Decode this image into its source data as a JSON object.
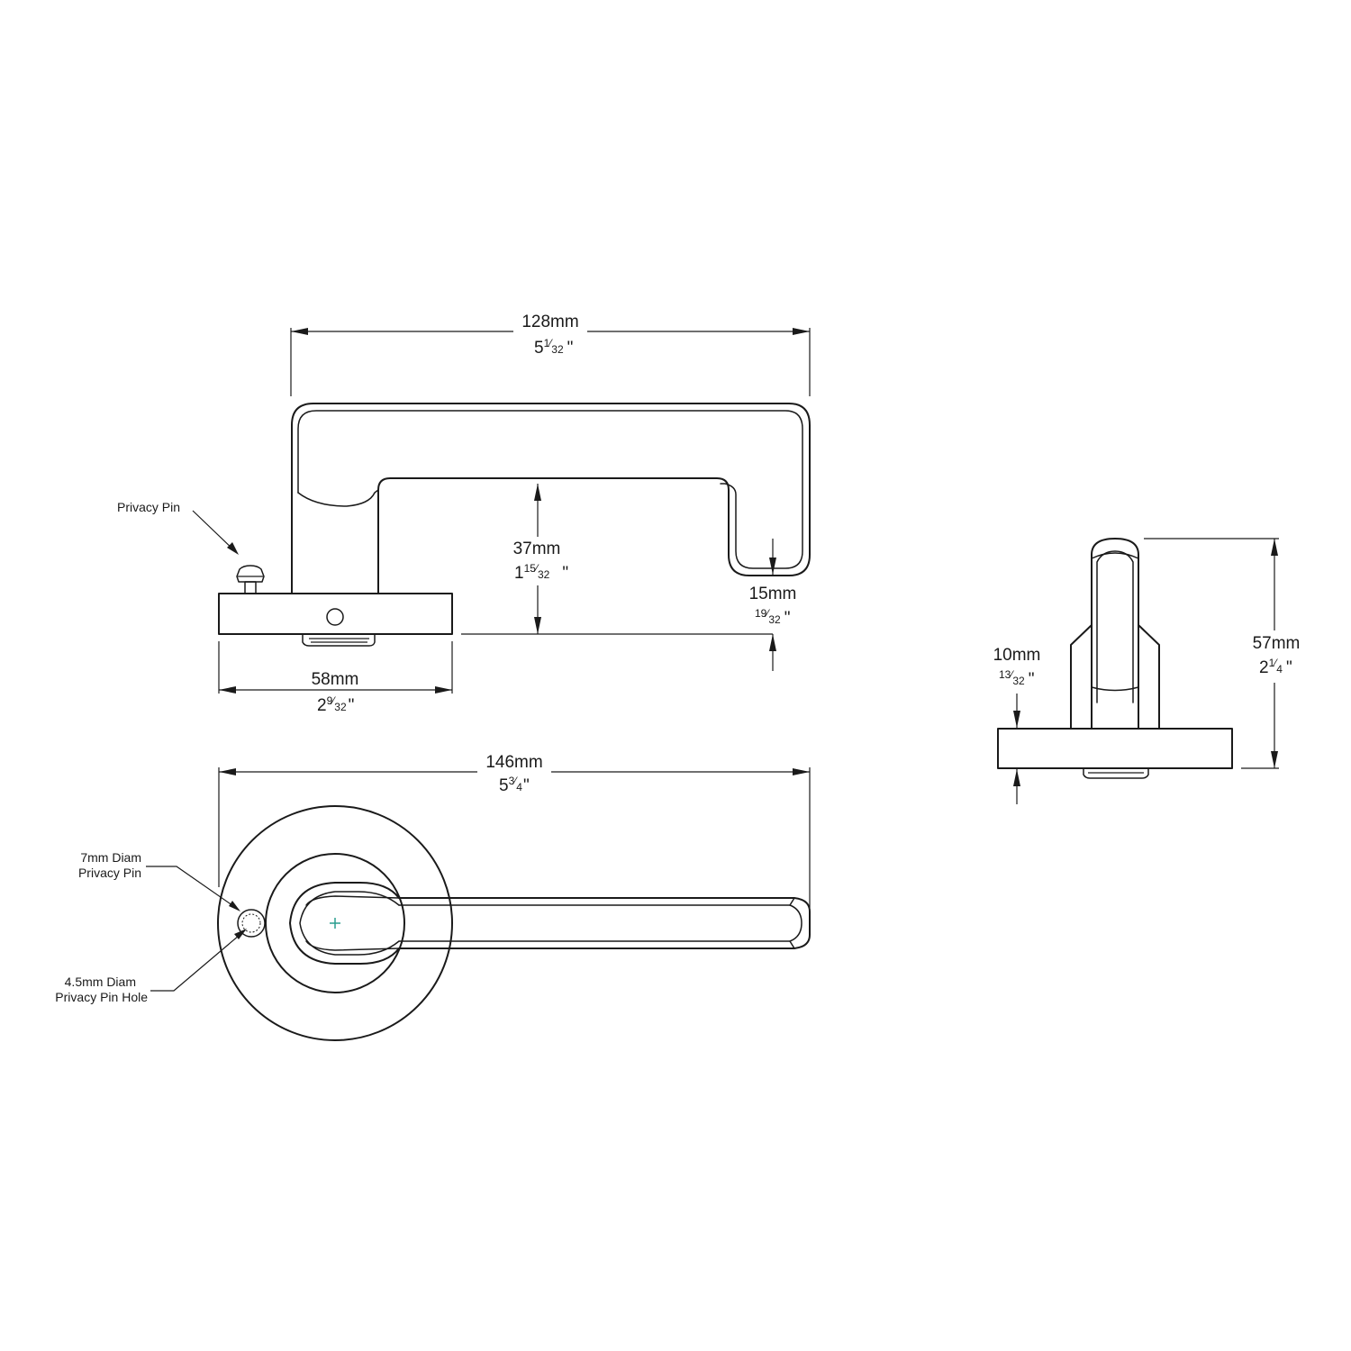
{
  "colors": {
    "line": "#1a1a1a",
    "background": "#ffffff",
    "center_mark": "#2a9d8f"
  },
  "dimensions": {
    "rose_side_width": {
      "mm": "58mm",
      "whole": "2",
      "num": "9",
      "den": "32",
      "mark": "\""
    },
    "lever_length": {
      "mm": "128mm",
      "whole": "5",
      "num": "1",
      "den": "32",
      "mark": "\""
    },
    "lever_height": {
      "mm": "37mm",
      "whole": "1",
      "num": "15",
      "den": "32",
      "mark": "\""
    },
    "lever_thickness": {
      "mm": "15mm",
      "whole": "",
      "num": "19",
      "den": "32",
      "mark": "\""
    },
    "overall_length": {
      "mm": "146mm",
      "whole": "5",
      "num": "3",
      "den": "4",
      "mark": "\""
    },
    "end_height": {
      "mm": "57mm",
      "whole": "2",
      "num": "1",
      "den": "4",
      "mark": "\""
    },
    "rose_thickness": {
      "mm": "10mm",
      "whole": "",
      "num": "13",
      "den": "32",
      "mark": "\""
    }
  },
  "callouts": {
    "privacy_pin": "Privacy Pin",
    "pin_diam_line1": "7mm Diam",
    "pin_diam_line2": "Privacy Pin",
    "pin_hole_line1": "4.5mm Diam",
    "pin_hole_line2": "Privacy Pin Hole"
  }
}
